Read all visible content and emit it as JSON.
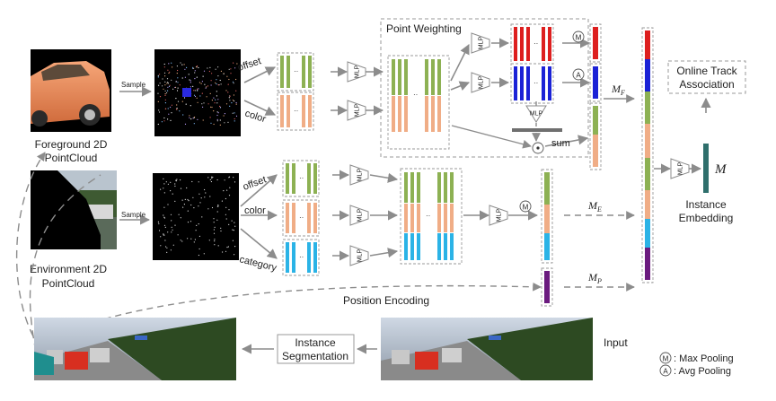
{
  "colors": {
    "green": "#8db153",
    "salmon": "#f0ad86",
    "cyan": "#2bb3e6",
    "red": "#dd1f1f",
    "blue": "#1b22d6",
    "purple": "#6b1b7f",
    "teal": "#2f6f6c",
    "arrow": "#8c8c8c"
  },
  "labels": {
    "sample_top": "Sample",
    "sample_bottom": "Sample",
    "foreground_l1": "Foreground  2D",
    "foreground_l2": "PointCloud",
    "environment_l1": "Environment 2D",
    "environment_l2": "PointCloud",
    "offset_top": "offset",
    "color_top": "color",
    "offset_bottom": "offset",
    "color_bottom": "color",
    "category": "category",
    "point_weighting": "Point Weighting",
    "mlp": "MLP",
    "sum": "sum",
    "m_sym": "M",
    "a_sym": "A",
    "mf_main": "M",
    "mf_sub": "F",
    "me_main": "M",
    "me_sub": "E",
    "mp_main": "M",
    "mp_sub": "P",
    "big_m": "M",
    "online_l1": "Online Track",
    "online_l2": "Association",
    "instance_emb_l1": "Instance",
    "instance_emb_l2": "Embedding",
    "position_encoding": "Position Encoding",
    "input": "Input",
    "instance_seg_l1": "Instance",
    "instance_seg_l2": "Segmentation",
    "legend_max": ": Max Pooling",
    "legend_avg": ": Avg Pooling"
  }
}
